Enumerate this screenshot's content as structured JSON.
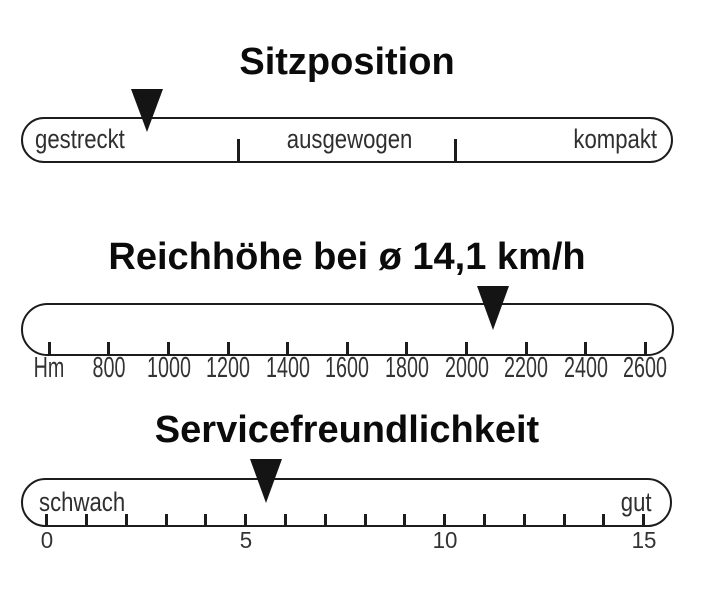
{
  "colors": {
    "background": "#ffffff",
    "outline": "#1c1c1c",
    "title": "#0b0b0b",
    "label": "#2f2f2f",
    "number": "#333333",
    "marker": "#141414"
  },
  "chart_data": [
    {
      "type": "gauge",
      "title": "Sitzposition",
      "scale_type": "categorical",
      "segment_labels": [
        "gestreckt",
        "ausgewogen",
        "kompakt"
      ],
      "divider_fractions": [
        0.3333,
        0.6667
      ],
      "marker_fraction": 0.193,
      "marker_segment": "gestreckt"
    },
    {
      "type": "gauge",
      "title": "Reichhöhe bei ø 14,1 km/h",
      "scale_type": "linear",
      "unit_label": "Hm",
      "axis_min": 600,
      "axis_max": 2600,
      "tick_step": 200,
      "tick_values": [
        600,
        800,
        1000,
        1200,
        1400,
        1600,
        1800,
        2000,
        2200,
        2400,
        2600
      ],
      "tick_labels": [
        "Hm",
        "800",
        "1000",
        "1200",
        "1400",
        "1600",
        "1800",
        "2000",
        "2200",
        "2400",
        "2600"
      ],
      "marker_value": 2090
    },
    {
      "type": "gauge",
      "title": "Servicefreundlichkeit",
      "scale_type": "linear",
      "endpoint_labels": [
        "schwach",
        "gut"
      ],
      "axis_min": 0,
      "axis_max": 15,
      "tick_step": 1,
      "tick_count": 16,
      "labeled_ticks": [
        {
          "value": 0,
          "label": "0"
        },
        {
          "value": 5,
          "label": "5"
        },
        {
          "value": 10,
          "label": "10"
        },
        {
          "value": 15,
          "label": "15"
        }
      ],
      "marker_value": 5.5
    }
  ]
}
